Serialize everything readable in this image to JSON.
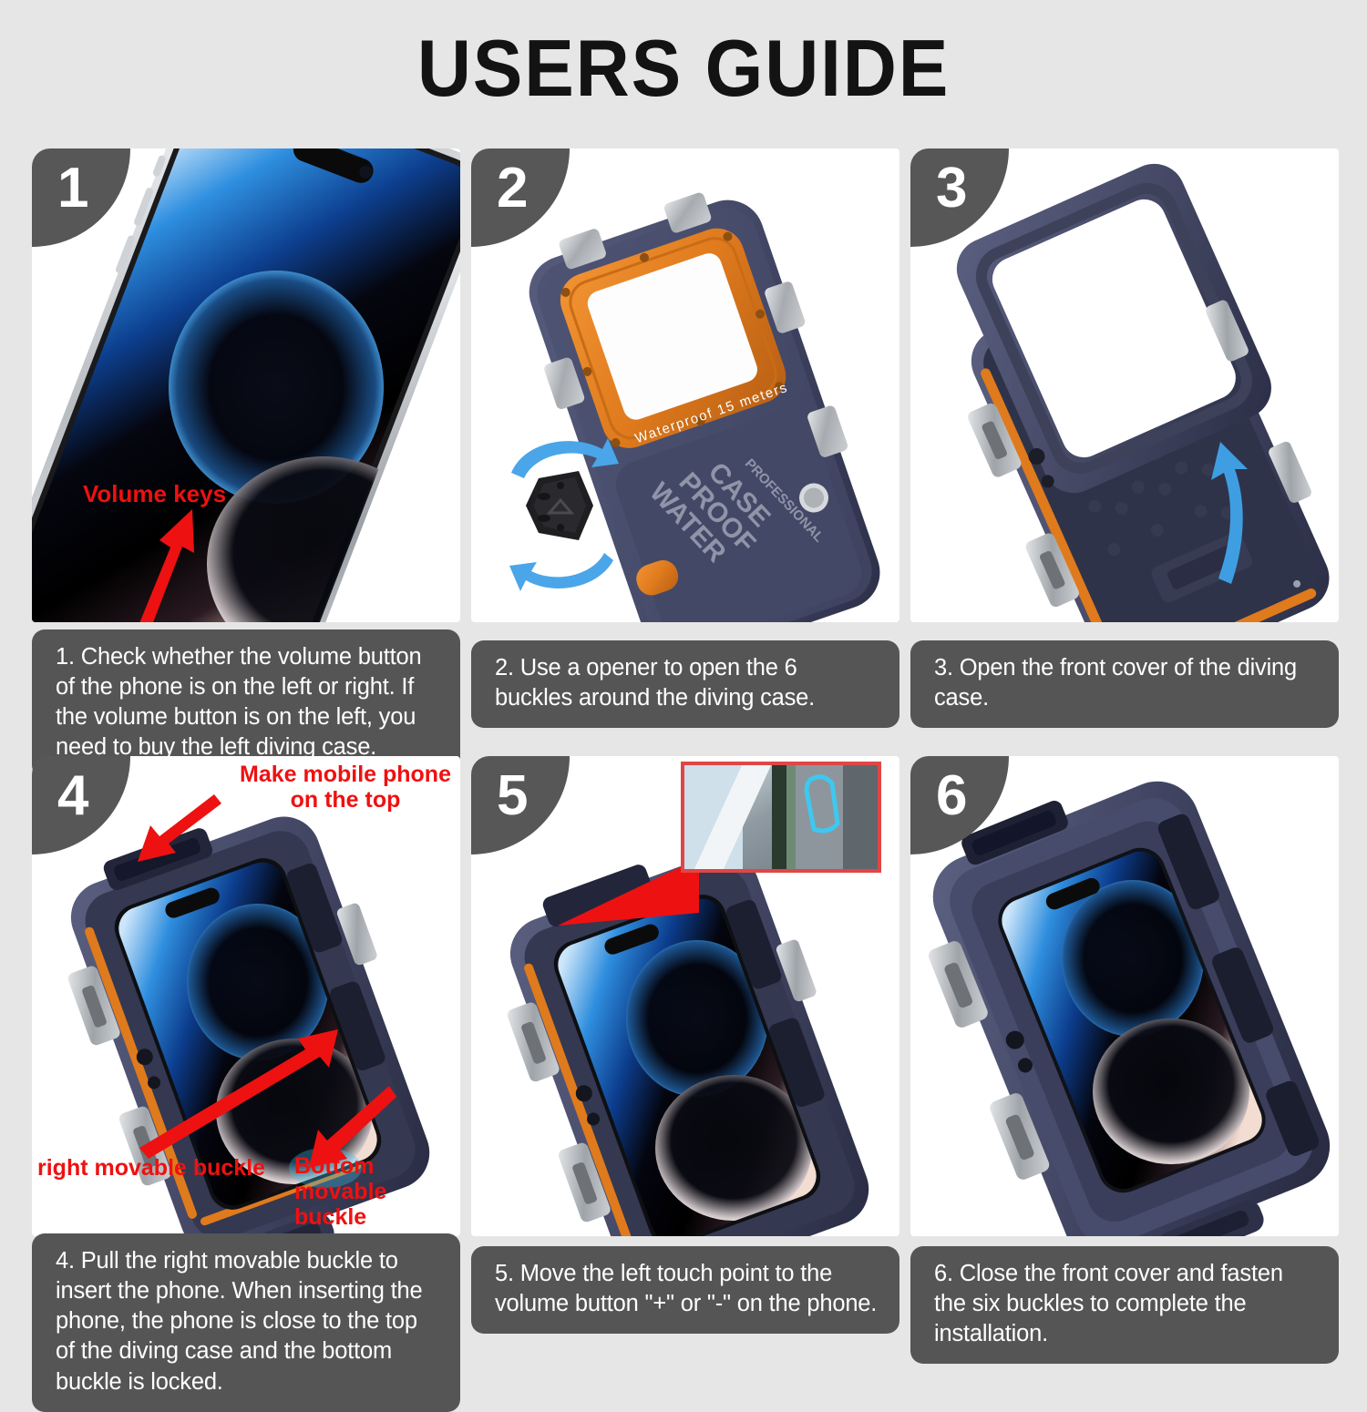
{
  "document": {
    "title": "USERS GUIDE",
    "background_color": "#e6e6e6",
    "caption_bg_color": "#555555",
    "caption_text_color": "#ffffff",
    "badge_color": "#575757",
    "annotation_color": "#ee1111",
    "case_body_color": "#3b3f5c",
    "case_seal_color": "#e07a20",
    "buckle_metal_color": "#b9bcc0",
    "arrow_blue_color": "#3a9ae0"
  },
  "panels": [
    {
      "number": "1",
      "caption": "1. Check whether the volume button of the phone is on the left or right. If the volume button is on the left, you need to buy the left diving case.",
      "annotations": [
        {
          "name": "volume-keys-label",
          "text": "Volume keys"
        }
      ],
      "scene": "phone-volume-keys"
    },
    {
      "number": "2",
      "caption": "2. Use a opener to open the 6 buckles around the diving case.",
      "case_text": {
        "bezel": "Waterproof  15  meters",
        "emboss_line1": "WATER",
        "emboss_line2": "PROOF",
        "emboss_line3": "CASE",
        "emboss_line4": "PROFESSIONAL"
      },
      "annotations": [],
      "scene": "case-closed-with-opener"
    },
    {
      "number": "3",
      "caption": "3. Open the front cover of the diving case.",
      "annotations": [],
      "scene": "case-open-front-cover"
    },
    {
      "number": "4",
      "caption": "4. Pull the right movable buckle to insert the phone. When inserting the phone, the phone is close to the top of the diving case and the bottom buckle is locked.",
      "annotations": [
        {
          "name": "make-phone-top-label",
          "text": "Make mobile phone\non the top"
        },
        {
          "name": "right-movable-buckle-label",
          "text": "right movable buckle"
        },
        {
          "name": "bottom-movable-buckle-label",
          "text": "Bottom movable\nbuckle"
        }
      ],
      "scene": "phone-inserted-in-case"
    },
    {
      "number": "5",
      "caption": "5. Move the left touch point to the volume button \"+\" or \"-\" on the phone.",
      "annotations": [],
      "scene": "touch-point-detail"
    },
    {
      "number": "6",
      "caption": "6. Close the front cover and fasten the six buckles to complete the installation.",
      "annotations": [],
      "scene": "case-closed-with-phone"
    }
  ]
}
